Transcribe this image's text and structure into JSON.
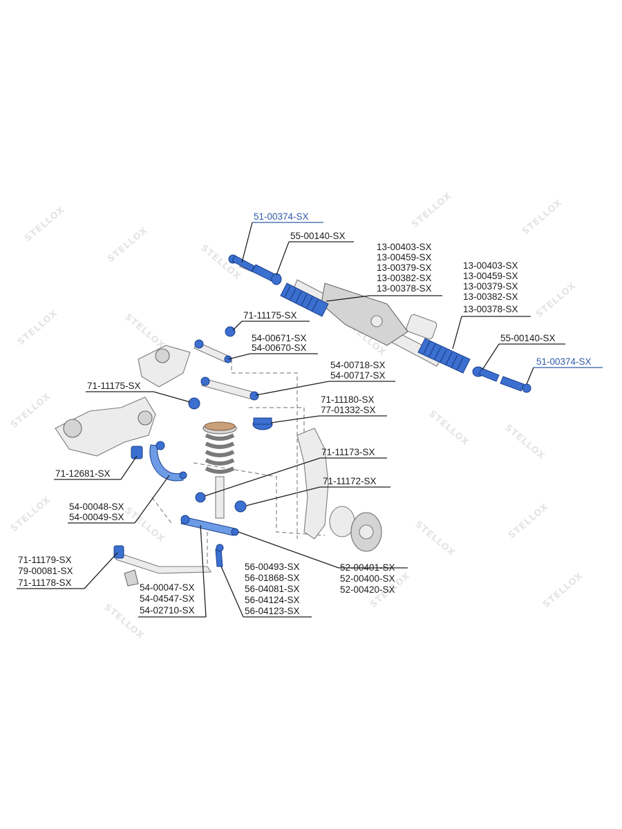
{
  "diagram": {
    "watermark": "STELLOX",
    "labels": {
      "tie_rod_end_left": "51-00374-SX",
      "tie_rod_left": "55-00140-SX",
      "boot_left": [
        "13-00403-SX",
        "13-00459-SX",
        "13-00379-SX",
        "13-00382-SX",
        "13-00378-SX"
      ],
      "boot_right": [
        "13-00403-SX",
        "13-00459-SX",
        "13-00379-SX",
        "13-00382-SX",
        "13-00378-SX"
      ],
      "tie_rod_right": "55-00140-SX",
      "tie_rod_end_right": "51-00374-SX",
      "bushing_upper": "71-11175-SX",
      "upper_arm_small": [
        "54-00671-SX",
        "54-00670-SX"
      ],
      "upper_arm_large": [
        "54-00718-SX",
        "54-00717-SX"
      ],
      "bushing_upper_left": "71-11175-SX",
      "strut_mount": [
        "71-11180-SX",
        "77-01332-SX"
      ],
      "bushing_subframe": "71-12681-SX",
      "bushing_lower_a": "71-11173-SX",
      "bushing_lower_b": "71-11172-SX",
      "lower_arm_curved": [
        "54-00048-SX",
        "54-00049-SX"
      ],
      "stabilizer_bushing": [
        "71-11179-SX",
        "79-00081-SX",
        "71-11178-SX"
      ],
      "lower_arm_straight": [
        "54-00047-SX",
        "54-04547-SX",
        "54-02710-SX"
      ],
      "stabilizer_link": [
        "56-00493-SX",
        "56-01868-SX",
        "56-04081-SX",
        "56-04124-SX",
        "56-04123-SX"
      ],
      "ball_joint": [
        "52-00401-SX",
        "52-00400-SX",
        "52-00420-SX"
      ]
    },
    "colors": {
      "highlight_part": "#3b6fd0",
      "highlight_label": "#2e5aa8",
      "text": "#1b1b1b",
      "watermark": "#e4e4e4"
    }
  }
}
